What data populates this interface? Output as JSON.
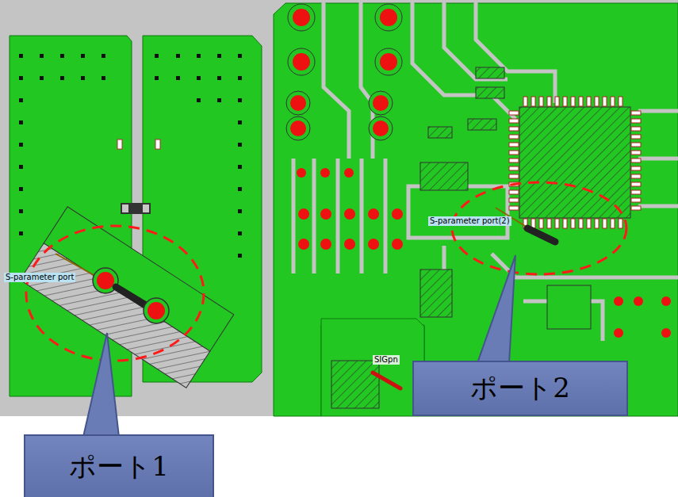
{
  "diagram": {
    "nodes": [
      {
        "text": [
          "ポート1"
        ]
      },
      {
        "text": [
          "ポート2"
        ]
      }
    ],
    "labels": [
      "S-parameter port(2)",
      "S-parameter port",
      "SIGpn"
    ]
  }
}
